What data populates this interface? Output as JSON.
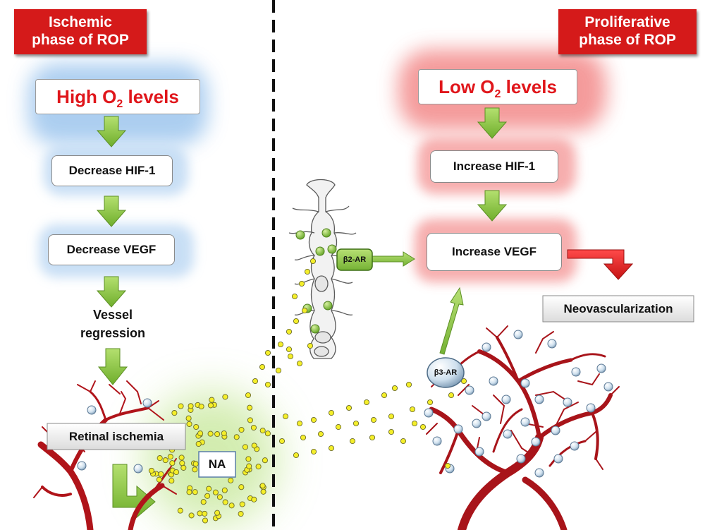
{
  "left_phase": {
    "title_line1": "Ischemic",
    "title_line2": "phase of ROP",
    "o2_text": "High O",
    "o2_sub": "2",
    "o2_suffix": " levels",
    "step1": "Decrease HIF-1",
    "step2": "Decrease VEGF",
    "outcome_line1": "Vessel",
    "outcome_line2": "regression",
    "ischemia_label": "Retinal ischemia"
  },
  "right_phase": {
    "title_line1": "Proliferative",
    "title_line2": "phase of ROP",
    "o2_text": "Low O",
    "o2_sub": "2",
    "o2_suffix": " levels",
    "step1": "Increase HIF-1",
    "step2": "Increase VEGF",
    "outcome": "Neovascularization"
  },
  "center": {
    "na_label": "NA",
    "beta2_label": "β2-AR",
    "beta3_label": "β3-AR"
  },
  "colors": {
    "title_red": "#d51a1a",
    "o2_text_red": "#e0161b",
    "arrow_green": "#8ccc47",
    "vessel_red": "#b0141a",
    "na_dot_yellow": "#f4ee2a",
    "halo_blue": "#9ec6ee",
    "halo_red": "#f38a8a",
    "neo_arrow_red": "#e31e1e"
  }
}
